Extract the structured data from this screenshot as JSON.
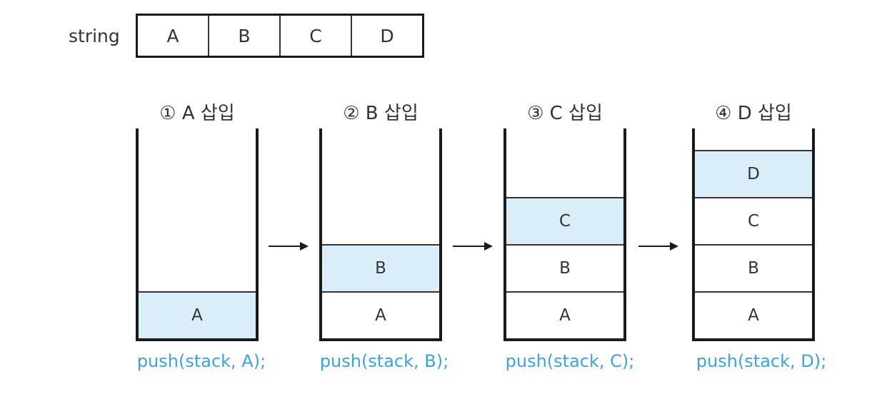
{
  "string_row": {
    "label": "string",
    "cells": [
      "A",
      "B",
      "C",
      "D"
    ]
  },
  "steps": [
    {
      "title": "① A 삽입",
      "items": [
        "A"
      ],
      "caption": "push(stack, A);"
    },
    {
      "title": "② B 삽입",
      "items": [
        "A",
        "B"
      ],
      "caption": "push(stack, B);"
    },
    {
      "title": "③ C 삽입",
      "items": [
        "A",
        "B",
        "C"
      ],
      "caption": "push(stack, C);"
    },
    {
      "title": "④ D 삽입",
      "items": [
        "A",
        "B",
        "C",
        "D"
      ],
      "caption": "push(stack, D);"
    }
  ],
  "colors": {
    "highlight": "#daeef9",
    "caption": "#3aa4dc",
    "stroke": "#1a1a1a"
  },
  "icons": [
    "right-arrow-icon"
  ]
}
